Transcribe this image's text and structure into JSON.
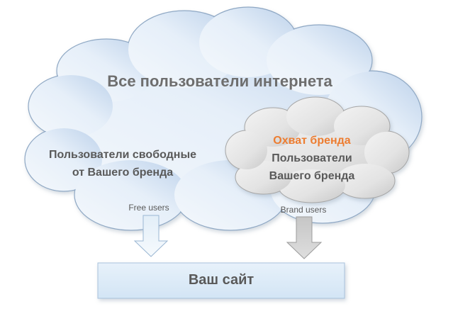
{
  "diagram": {
    "title": "Все пользователи интернета",
    "free_segment": {
      "line1": "Пользователи свободные",
      "line2": "от Вашего бренда",
      "arrow_label": "Free users"
    },
    "brand_segment": {
      "highlight": "Охват бренда",
      "line1": "Пользователи",
      "line2": "Вашего бренда",
      "arrow_label": "Brand users"
    },
    "target": {
      "label": "Ваш сайт"
    }
  },
  "colors": {
    "big_cloud_fill": "#e3eef8",
    "big_cloud_fill_dark": "#b9cfe9",
    "small_cloud_fill": "#e8e8e8",
    "small_cloud_fill_dark": "#c7c7c7",
    "highlight_text": "#ed7d31",
    "body_text": "#595959",
    "site_box_fill": "#dcebf8",
    "gray_arrow": "#d3d3d3"
  }
}
